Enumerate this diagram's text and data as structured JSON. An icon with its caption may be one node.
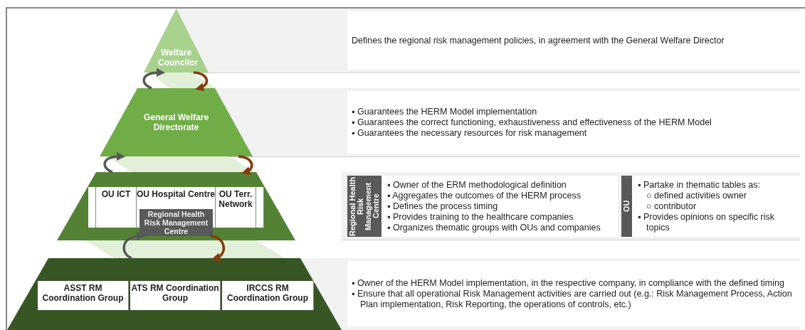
{
  "diagram": {
    "nodes": [
      {
        "text": [
          "Welfare Councilor"
        ]
      },
      {
        "text": [
          "General Welfare Directorate"
        ]
      },
      {
        "text": [],
        "shape": "trapezoid"
      },
      {
        "text": [],
        "shape": "box",
        "in": 2
      },
      {
        "text": [
          "OU ICT"
        ],
        "in": 2
      },
      {
        "text": [
          "OU Hospital Centre"
        ],
        "in": 2
      },
      {
        "text": [
          "Regional Health Risk Management Centre"
        ],
        "in": 2
      },
      {
        "text": [
          "OU Terr. Network"
        ],
        "in": 2
      },
      {
        "text": [],
        "shape": "box",
        "in": 2
      },
      {
        "text": [],
        "shape": "trapezoid"
      },
      {
        "text": [
          "ASST RM Coordination Group"
        ],
        "in": 9
      },
      {
        "text": [
          "ATS RM Coordination Group"
        ],
        "in": 9
      },
      {
        "text": [
          "IRCCS RM Coordination Group"
        ],
        "in": 9
      },
      {
        "text": [
          "Defines the regional risk management policies, in agreement with the General Welfare Director"
        ]
      },
      {
        "text": [
          "▪ Guarantees the HERM Model implementation",
          "▪ Guarantees the correct functioning, exhaustiveness and effectiveness of the HERM Model",
          "▪ Guarantees the necessary resources for risk management"
        ]
      },
      {
        "text": [],
        "shape": "box"
      },
      {
        "text": [
          "Regional Health Risk Management Centre",
          "▪ Owner of the ERM methodological definition",
          "▪ Aggregates the outcomes of the HERM process",
          "▪ Defines the process timing",
          "▪ Provides training to the healthcare companies",
          "▪ Organizes thematic groups with OUs and companies"
        ],
        "in": 15
      },
      {
        "text": [
          "OU",
          "▪ Partake in thematic tables as:",
          "○ defined activities owner",
          "○ contributor",
          "▪ Provides opinions on specific risk topics"
        ],
        "in": 15
      },
      {
        "text": [
          "▪ Owner of the HERM Model implementation, in the respective company, in compliance with the defined timing",
          "▪ Ensure that all operational Risk Management activities are carried out (e.g.: Risk Management Process, Action Plan implementation, Risk Reporting, the operations of controls, etc.)"
        ]
      }
    ],
    "edges": [
      {
        "from": 1,
        "to": 0,
        "arrow": "to",
        "color": "#595959"
      },
      {
        "from": 0,
        "to": 1,
        "arrow": "to",
        "color": "#843c0c"
      },
      {
        "from": 2,
        "to": 1,
        "arrow": "to",
        "color": "#595959"
      },
      {
        "from": 1,
        "to": 2,
        "arrow": "to",
        "color": "#843c0c"
      },
      {
        "from": 9,
        "to": 6,
        "arrow": "to",
        "color": "#595959"
      },
      {
        "from": 6,
        "to": 9,
        "arrow": "to",
        "color": "#843c0c"
      }
    ]
  }
}
